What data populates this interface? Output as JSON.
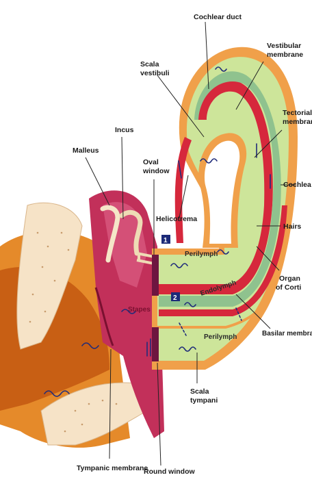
{
  "labels": {
    "cochlear_duct": "Cochlear duct",
    "vestibular_membrane": [
      "Vestibular",
      "membrane"
    ],
    "scala_vestibuli": [
      "Scala",
      "vestibuli"
    ],
    "tectorial_membrane": [
      "Tectorial",
      "membrane"
    ],
    "incus": "Incus",
    "malleus": "Malleus",
    "oval_window": [
      "Oval",
      "window"
    ],
    "cochlea": "Cochlea",
    "helicotrema": "Helicotrema",
    "hairs": "Hairs",
    "perilymph_top": "Perilymph",
    "endolymph": "Endolymph",
    "organ_of_corti": [
      "Organ",
      "of Corti"
    ],
    "stapes": "Stapes",
    "basilar_membrane": "Basilar membrane",
    "perilymph_bottom": "Perilymph",
    "scala_tympani": [
      "Scala",
      "tympani"
    ],
    "tympanic_membrane": "Tympanic membrane",
    "round_window": "Round window"
  },
  "markers": [
    "1",
    "2"
  ],
  "colors": {
    "outer_tube": "#f0a04a",
    "perilymph": "#cde59a",
    "cochlear_duct_fill": "#8fc28e",
    "red_membrane": "#d6283c",
    "middle_ear": "#c2305a",
    "bone": "#f3d9b6",
    "ear_canal": "#e8801f",
    "marker": "#1c2a78"
  }
}
